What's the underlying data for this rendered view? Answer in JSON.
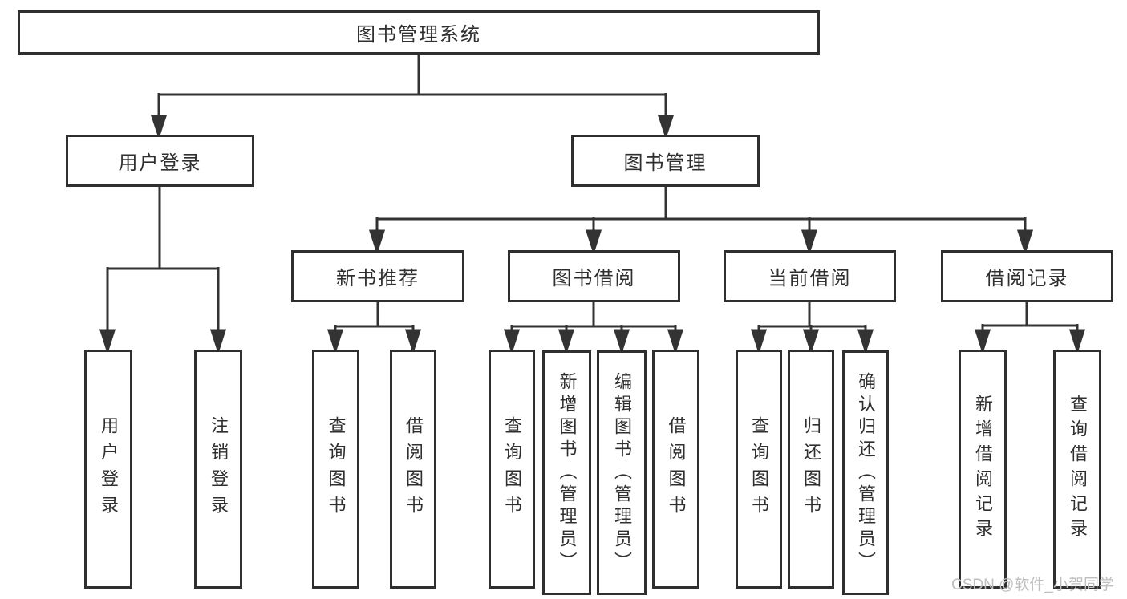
{
  "diagram": {
    "title": "图书管理系统",
    "root": {
      "label": "图书管理系统"
    },
    "branches": [
      {
        "label": "用户登录",
        "children": [
          {
            "label": "用户登录"
          },
          {
            "label": "注销登录"
          }
        ]
      },
      {
        "label": "图书管理",
        "children": [
          {
            "label": "新书推荐",
            "children": [
              {
                "label": "查询图书"
              },
              {
                "label": "借阅图书"
              }
            ]
          },
          {
            "label": "图书借阅",
            "children": [
              {
                "label": "查询图书"
              },
              {
                "label": "新增图书（管理员）"
              },
              {
                "label": "编辑图书（管理员）"
              },
              {
                "label": "借阅图书"
              }
            ]
          },
          {
            "label": "当前借阅",
            "children": [
              {
                "label": "查询图书"
              },
              {
                "label": "归还图书"
              },
              {
                "label": "确认归还（管理员）"
              }
            ]
          },
          {
            "label": "借阅记录",
            "children": [
              {
                "label": "新增借阅记录"
              },
              {
                "label": "查询借阅记录"
              }
            ]
          }
        ]
      }
    ]
  },
  "watermark": {
    "text": "CSDN @软件_小贺同学"
  },
  "colors": {
    "connector_line": "#333333",
    "box_border": "#2f2f2f",
    "text": "#2f2f2f",
    "background": "#ffffff",
    "watermark": "#bfbfbf"
  }
}
